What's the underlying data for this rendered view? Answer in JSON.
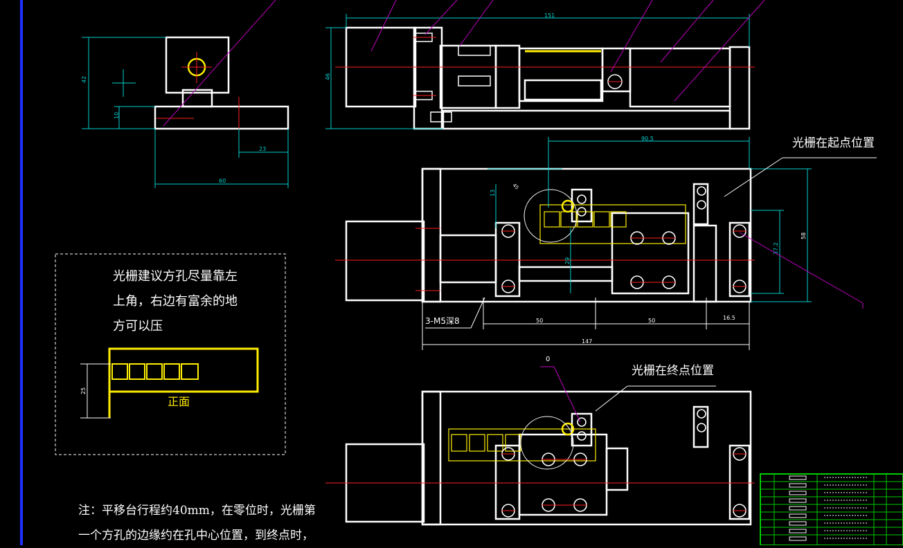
{
  "labels": {
    "start_position": "光栅在起点位置",
    "end_position": "光栅在终点位置",
    "suggestion": [
      "光栅建议方孔尽量靠左",
      "上角，右边有富余的地",
      "方可以压"
    ],
    "front": "正面",
    "note": [
      "注：平移台行程约40mm，在零位时，光栅第",
      "一个方孔的边缘约在孔中心位置，到终点时，"
    ],
    "hole_spec": "3-M5深8",
    "zero": "0"
  },
  "dimensions": {
    "top_length": "151",
    "top_height": "46",
    "side_height": "42",
    "side_small": "10",
    "side_23": "23",
    "side_60": "60",
    "mid_90_5": "90.5",
    "mid_50_left": "50",
    "mid_50_right": "50",
    "mid_16_5": "16.5",
    "mid_147": "147",
    "mid_58": "58",
    "mid_37_2": "37.2",
    "mid_13": "13",
    "mid_29": "29",
    "mid_45": "45",
    "front_25": "25"
  },
  "colors": {
    "line": "#ffffff",
    "center": "#ff2020",
    "dim": "#00d0d0",
    "leader": "#c000c0",
    "highlight": "#ffee00",
    "border": "#2020ff",
    "table": "#00cc00"
  }
}
